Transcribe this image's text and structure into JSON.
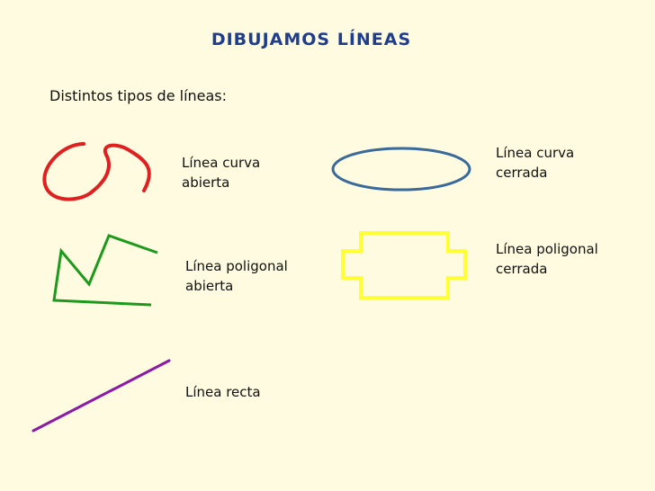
{
  "slide": {
    "title": "DIBUJAMOS LÍNEAS",
    "subtitle": "Distintos tipos de líneas:",
    "labels": {
      "open_curve": "Línea curva\nabierta",
      "closed_curve": "Línea curva\ncerrada",
      "open_polygonal": "Línea poligonal\nabierta",
      "closed_polygonal": "Línea poligonal\ncerrada",
      "straight": "Línea recta"
    }
  },
  "colors": {
    "title": "#1f3d8f",
    "background": "#fffbe0",
    "open_curve": "#e02020",
    "closed_curve": "#3a6a9c",
    "open_polygonal": "#1c9a1c",
    "closed_polygonal": "#ffff33",
    "straight": "#8a1aa8"
  }
}
